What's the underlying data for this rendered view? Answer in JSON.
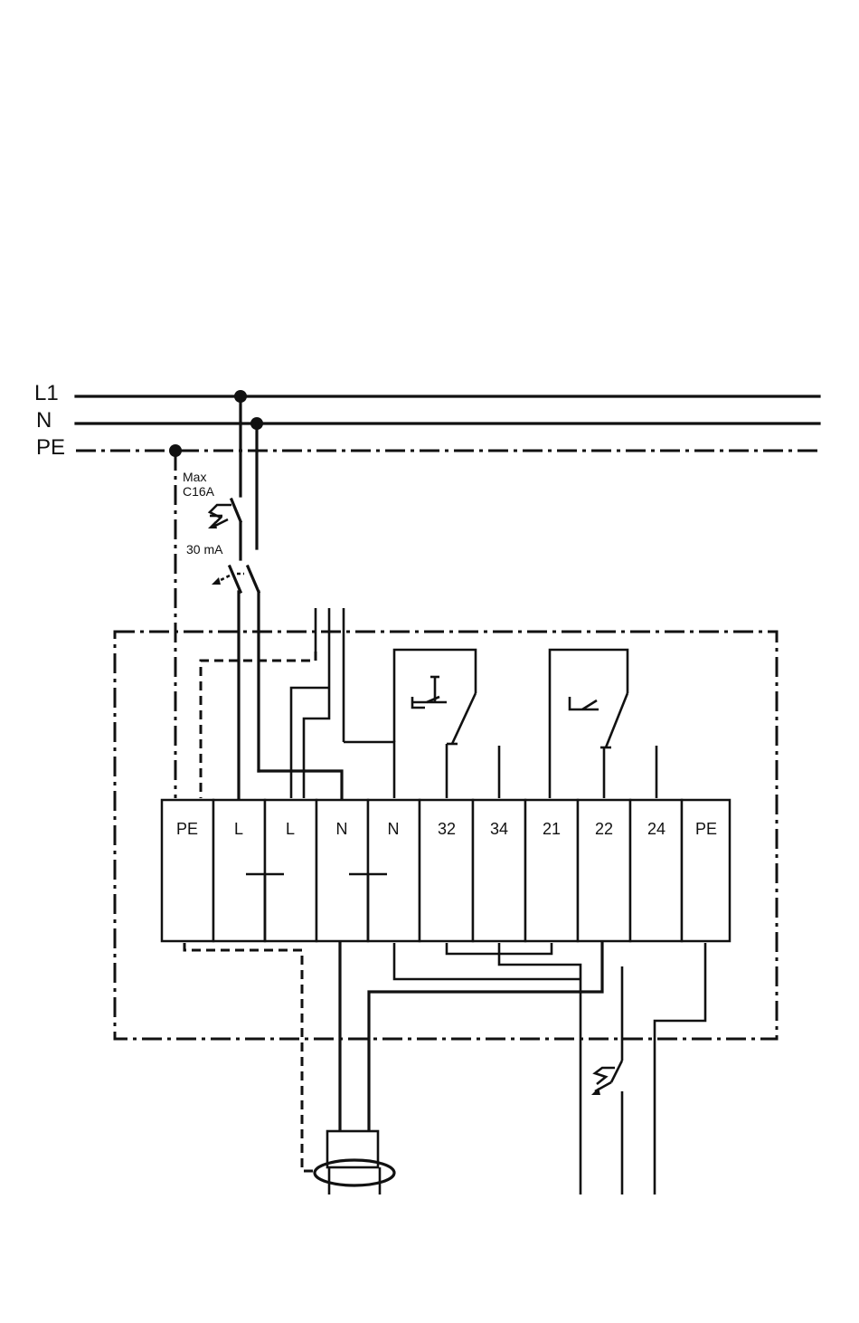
{
  "supply": {
    "l1_label": "L1",
    "n_label": "N",
    "pe_label": "PE"
  },
  "breaker": {
    "rating_line1": "Max",
    "rating_line2": "C16A"
  },
  "rcd": {
    "sensitivity": "30 mA"
  },
  "terminals": [
    "PE",
    "L",
    "L",
    "N",
    "N",
    "32",
    "34",
    "21",
    "22",
    "24",
    "PE"
  ]
}
